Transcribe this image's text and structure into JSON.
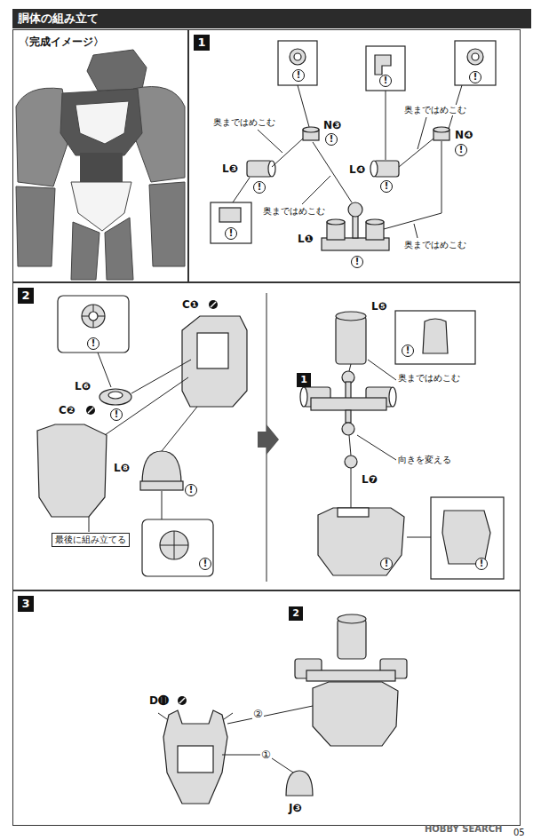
{
  "diagram": {
    "title": "胴体の組み立て",
    "nodes": [
      {
        "text": [
          "胴体の組み立て"
        ]
      },
      {
        "text": [
          "〈完成イメージ〉"
        ]
      },
      {
        "text": [
          "1"
        ]
      },
      {
        "text": [
          "2"
        ]
      },
      {
        "text": [
          "3"
        ]
      }
    ],
    "labels": [
      "奥まではめこむ",
      "N❸",
      "L❸",
      "奥まではめこむ",
      "L❹",
      "奥まではめこむ",
      "N❹",
      "L❶",
      "奥まではめこむ",
      "!",
      "!",
      "!",
      "!",
      "!",
      "!",
      "!",
      "!",
      "!",
      "L❻",
      "C❶",
      "C❷",
      "L❽",
      "最後に組み立てる",
      "L❺",
      "1",
      "奥まではめこむ",
      "向きを変える",
      "L❼",
      "!",
      "!",
      "!",
      "!",
      "!",
      "!",
      "!",
      "2",
      "D⓫",
      "②",
      "①",
      "J❸",
      "HOBBY SEARCH",
      "05"
    ]
  }
}
